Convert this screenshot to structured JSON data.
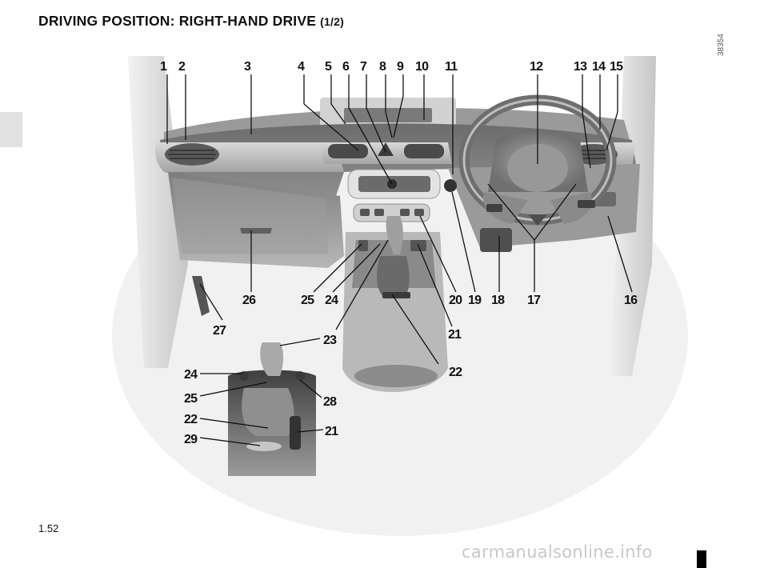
{
  "header": {
    "title": "DRIVING POSITION: RIGHT-HAND DRIVE",
    "subtitle": "(1/2)"
  },
  "figure_code": "38354",
  "page_number": "1.52",
  "watermark": "carmanualsonline.info",
  "callouts": {
    "c1": "1",
    "c2": "2",
    "c3": "3",
    "c4": "4",
    "c5": "5",
    "c6": "6",
    "c7": "7",
    "c8": "8",
    "c9": "9",
    "c10": "10",
    "c11": "11",
    "c12": "12",
    "c13": "13",
    "c14": "14",
    "c15": "15",
    "c16": "16",
    "c17": "17",
    "c18": "18",
    "c19": "19",
    "c20": "20",
    "c21": "21",
    "c22": "22",
    "c23": "23",
    "c24": "24",
    "c25": "25",
    "c26": "26",
    "c27": "27",
    "c28": "28",
    "c29": "29"
  }
}
